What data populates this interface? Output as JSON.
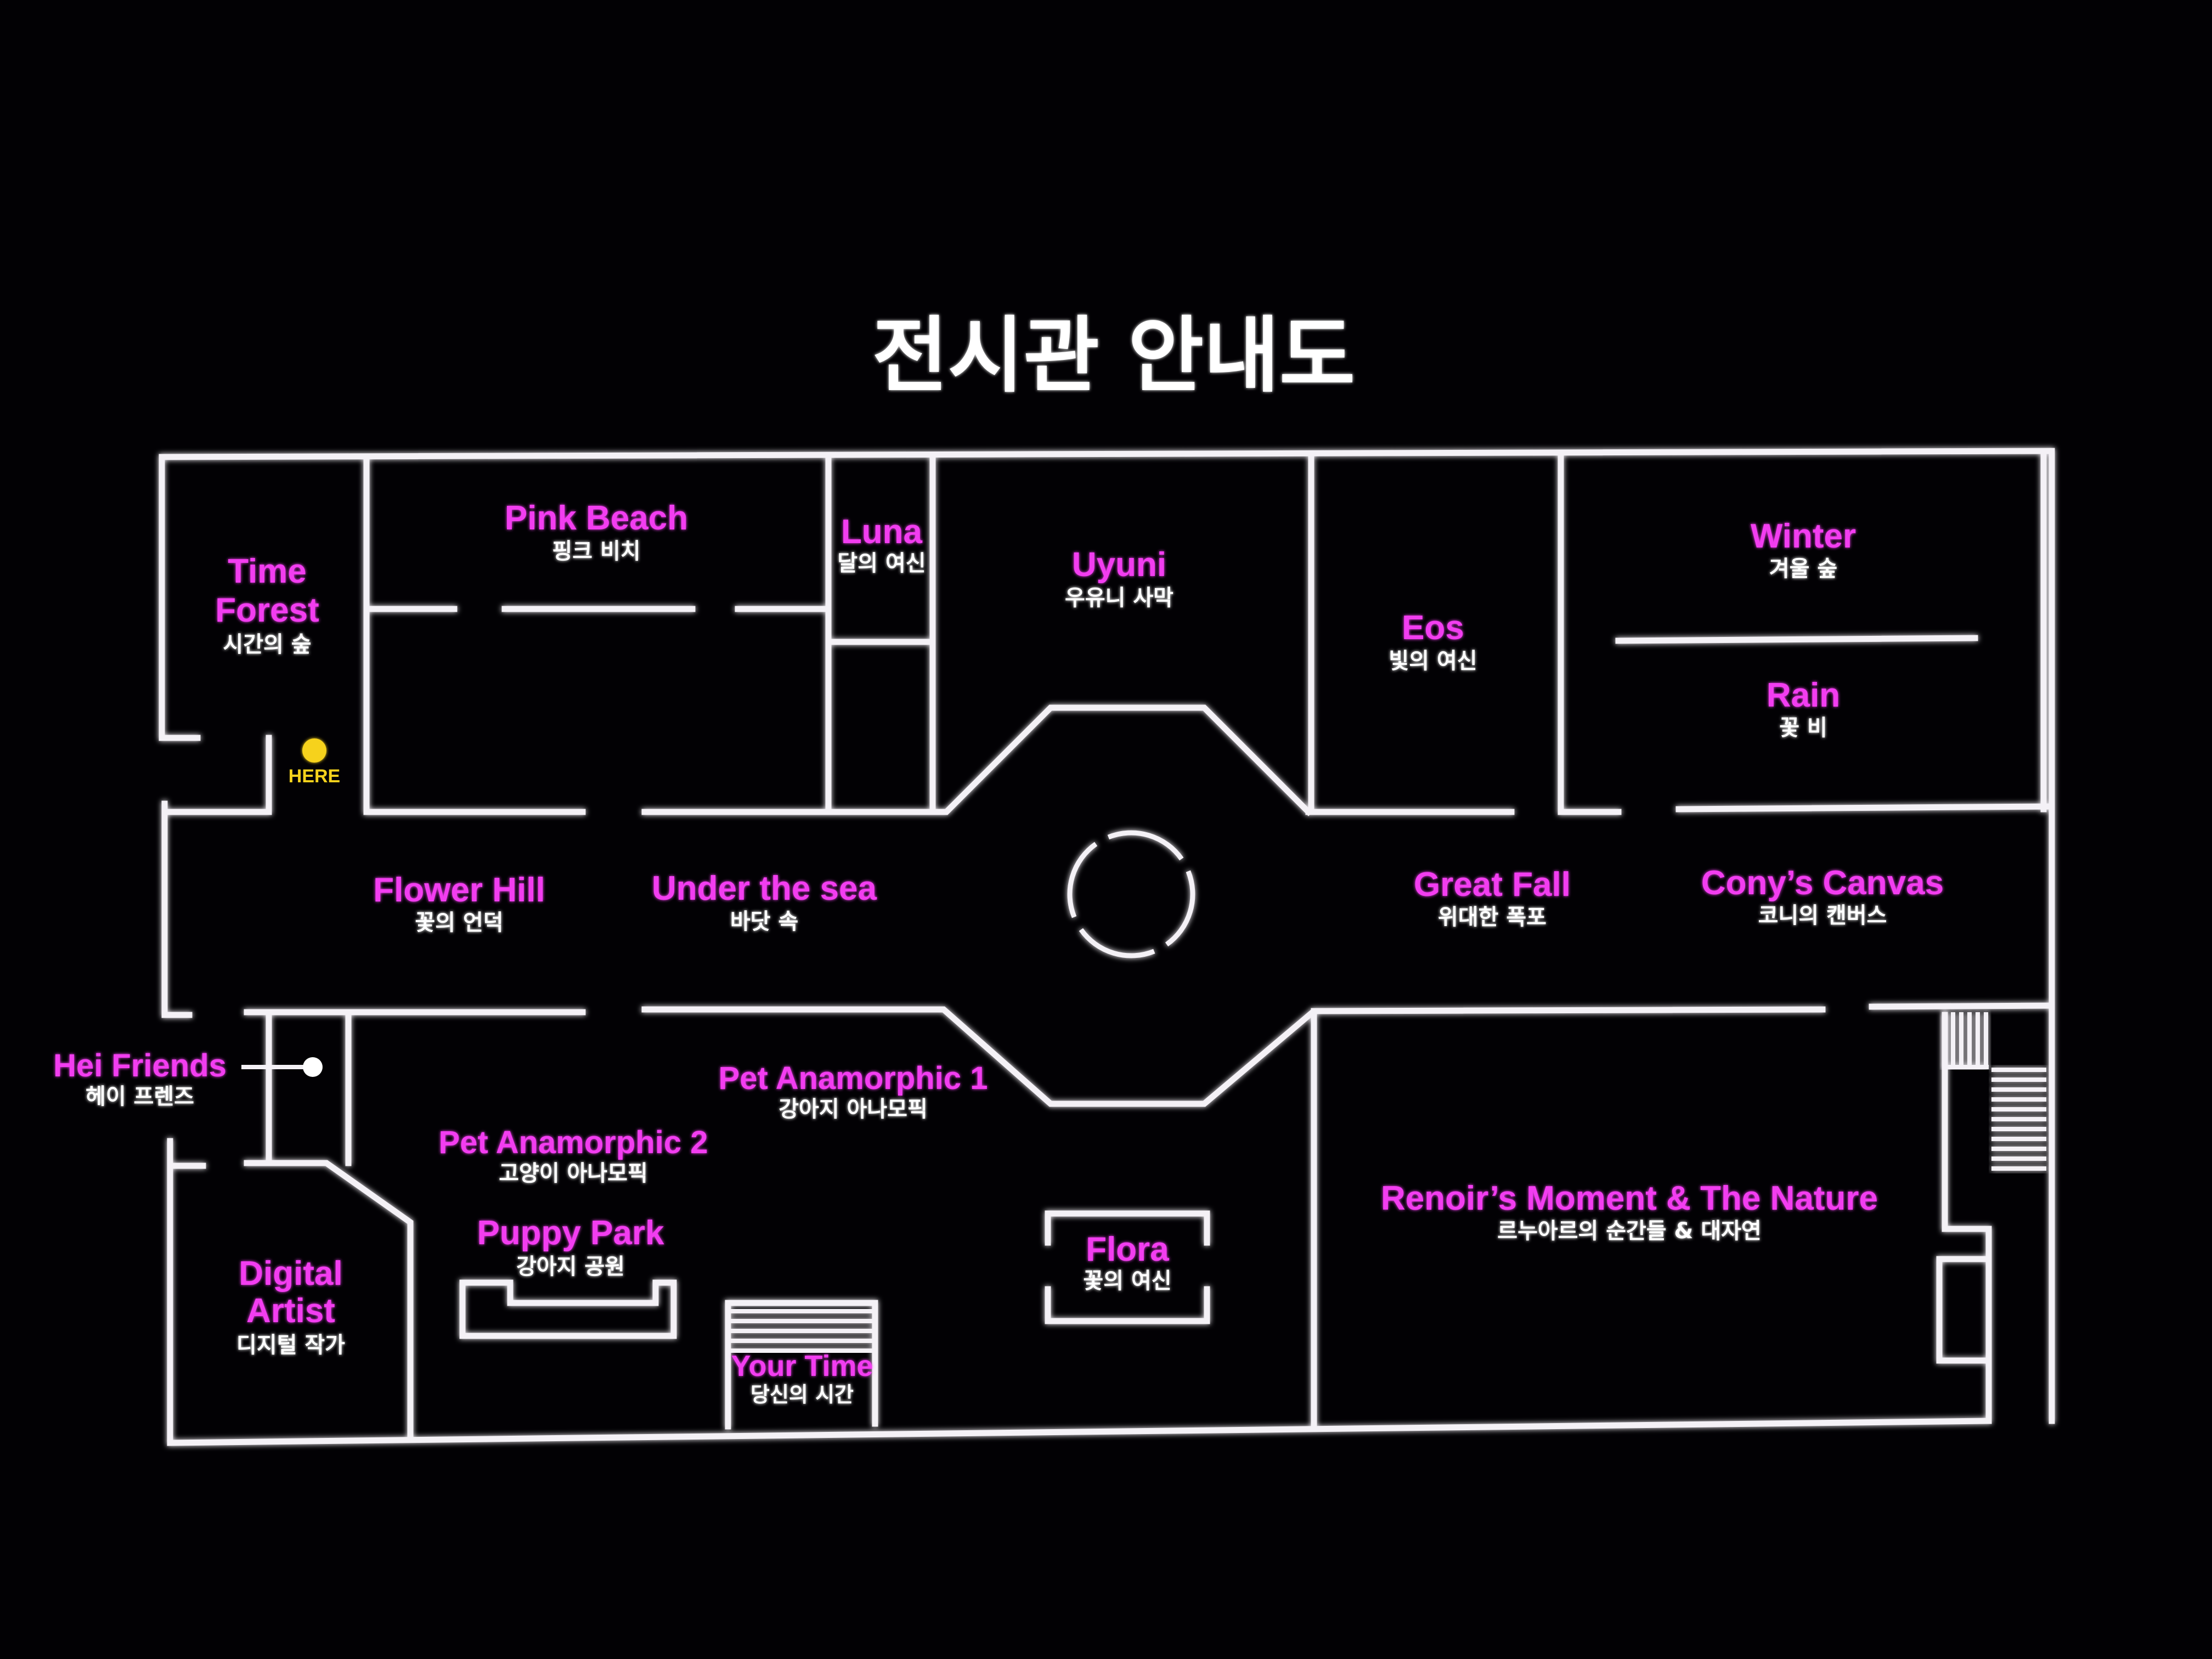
{
  "title": "전시관 안내도",
  "colors": {
    "background": "#020104",
    "wall": "#f4f1f6",
    "room_name": "#f23df0",
    "room_subtitle": "#ffffff",
    "here_marker": "#f6d21c"
  },
  "here": {
    "label": "HERE"
  },
  "rooms": {
    "time_forest": {
      "name_lines": [
        "Time",
        "Forest"
      ],
      "ko": "시간의 숲"
    },
    "pink_beach": {
      "name": "Pink Beach",
      "ko": "핑크 비치"
    },
    "luna": {
      "name": "Luna",
      "ko": "달의 여신"
    },
    "uyuni": {
      "name": "Uyuni",
      "ko": "우유니 사막"
    },
    "eos": {
      "name": "Eos",
      "ko": "빛의 여신"
    },
    "winter": {
      "name": "Winter",
      "ko": "겨울 숲"
    },
    "rain": {
      "name": "Rain",
      "ko": "꽃 비"
    },
    "flower_hill": {
      "name": "Flower Hill",
      "ko": "꽃의 언덕"
    },
    "under_the_sea": {
      "name": "Under the sea",
      "ko": "바닷 속"
    },
    "great_fall": {
      "name": "Great Fall",
      "ko": "위대한 폭포"
    },
    "conys_canvas": {
      "name": "Cony’s Canvas",
      "ko": "코니의 캔버스"
    },
    "hei_friends": {
      "name": "Hei Friends",
      "ko": "헤이 프렌즈"
    },
    "pet_anamorphic_1": {
      "name": "Pet Anamorphic 1",
      "ko": "강아지 아나모픽"
    },
    "pet_anamorphic_2": {
      "name": "Pet Anamorphic 2",
      "ko": "고양이 아나모픽"
    },
    "puppy_park": {
      "name": "Puppy Park",
      "ko": "강아지 공원"
    },
    "digital_artist": {
      "name_lines": [
        "Digital",
        "Artist"
      ],
      "ko": "디지털 작가"
    },
    "your_time": {
      "name": "Your Time",
      "ko": "당신의 시간"
    },
    "flora": {
      "name": "Flora",
      "ko": "꽃의 여신"
    },
    "renoirs_moment": {
      "name": "Renoir’s Moment & The Nature",
      "ko": "르누아르의 순간들 & 대자연"
    }
  }
}
